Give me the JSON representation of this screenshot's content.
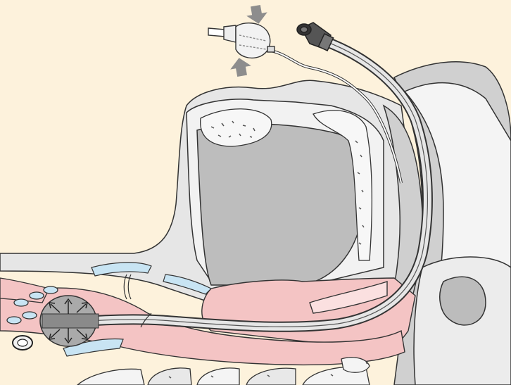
{
  "figure": {
    "labels": [],
    "parts": [
      "inflation-pilot-balloon",
      "compression-arrows",
      "tube-connector",
      "endotracheal-tube",
      "nasal-cavity",
      "hard-palate",
      "soft-palate",
      "tongue",
      "pharynx",
      "trachea-cuff",
      "cervical-spine"
    ],
    "colors": {
      "background": "#fdf2dc",
      "tissue_gray": "#b9b9b9",
      "tissue_light": "#d8d8d8",
      "pink_mucosa": "#f4c4c4",
      "blue_cartilage": "#c8e4f3",
      "tube": "#9e9e9e",
      "bone_white": "#f4f4f4"
    }
  }
}
